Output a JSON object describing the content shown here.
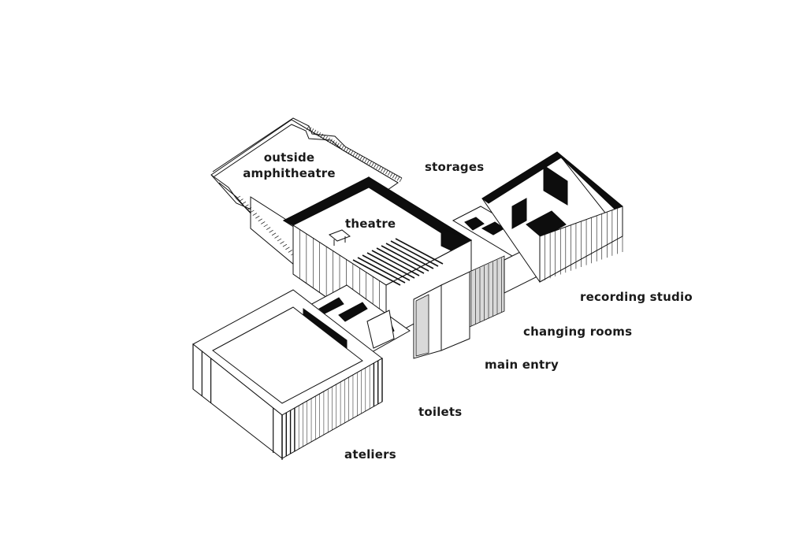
{
  "diagram": {
    "labels": {
      "outside_amphitheatre_line1": "outside",
      "outside_amphitheatre_line2": "amphitheatre",
      "storages": "storages",
      "theatre": "theatre",
      "recording_studio": "recording studio",
      "changing_rooms": "changing rooms",
      "main_entry": "main entry",
      "toilets": "toilets",
      "ateliers": "ateliers"
    }
  }
}
